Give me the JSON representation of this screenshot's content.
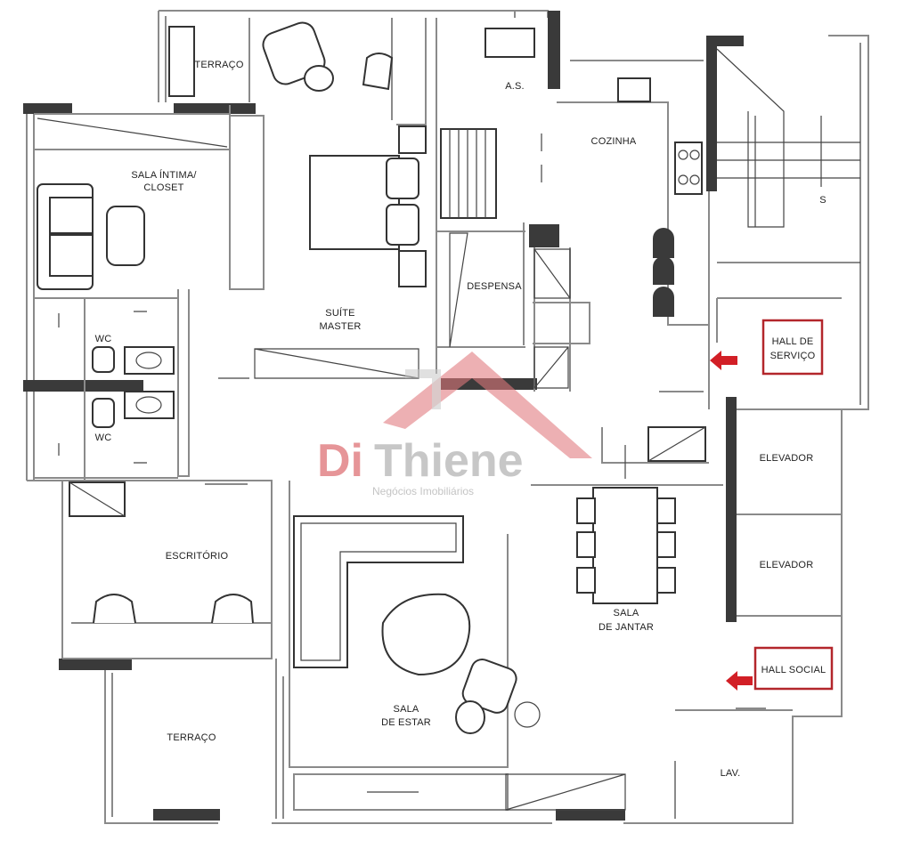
{
  "rooms": {
    "terraco_top": "TERRAÇO",
    "sala_intima_1": "SALA ÍNTIMA/",
    "sala_intima_2": "CLOSET",
    "suite_1": "SUÍTE",
    "suite_2": "MASTER",
    "as": "A.S.",
    "cozinha": "COZINHA",
    "despensa": "DESPENSA",
    "wc_upper": "WC",
    "wc_lower": "WC",
    "escritorio": "ESCRITÓRIO",
    "sala_jantar_1": "SALA",
    "sala_jantar_2": "DE JANTAR",
    "sala_estar_1": "SALA",
    "sala_estar_2": "DE ESTAR",
    "terraco_bottom": "TERRAÇO",
    "elevador_1": "ELEVADOR",
    "elevador_2": "ELEVADOR",
    "lav": "LAV.",
    "hall_servico_1": "HALL DE",
    "hall_servico_2": "SERVIÇO",
    "hall_social": "HALL SOCIAL",
    "stair_mark": "S"
  },
  "watermark": {
    "brand_1": "Di",
    "brand_2": "Thiene",
    "tagline": "Negócios Imobiliários"
  },
  "colors": {
    "dark_wall": "#3a3a3a",
    "thin_wall": "#8a8a8a",
    "accent_red": "#d21f26",
    "watermark_red": "#e0787c",
    "watermark_gray": "#b4b4b4"
  }
}
